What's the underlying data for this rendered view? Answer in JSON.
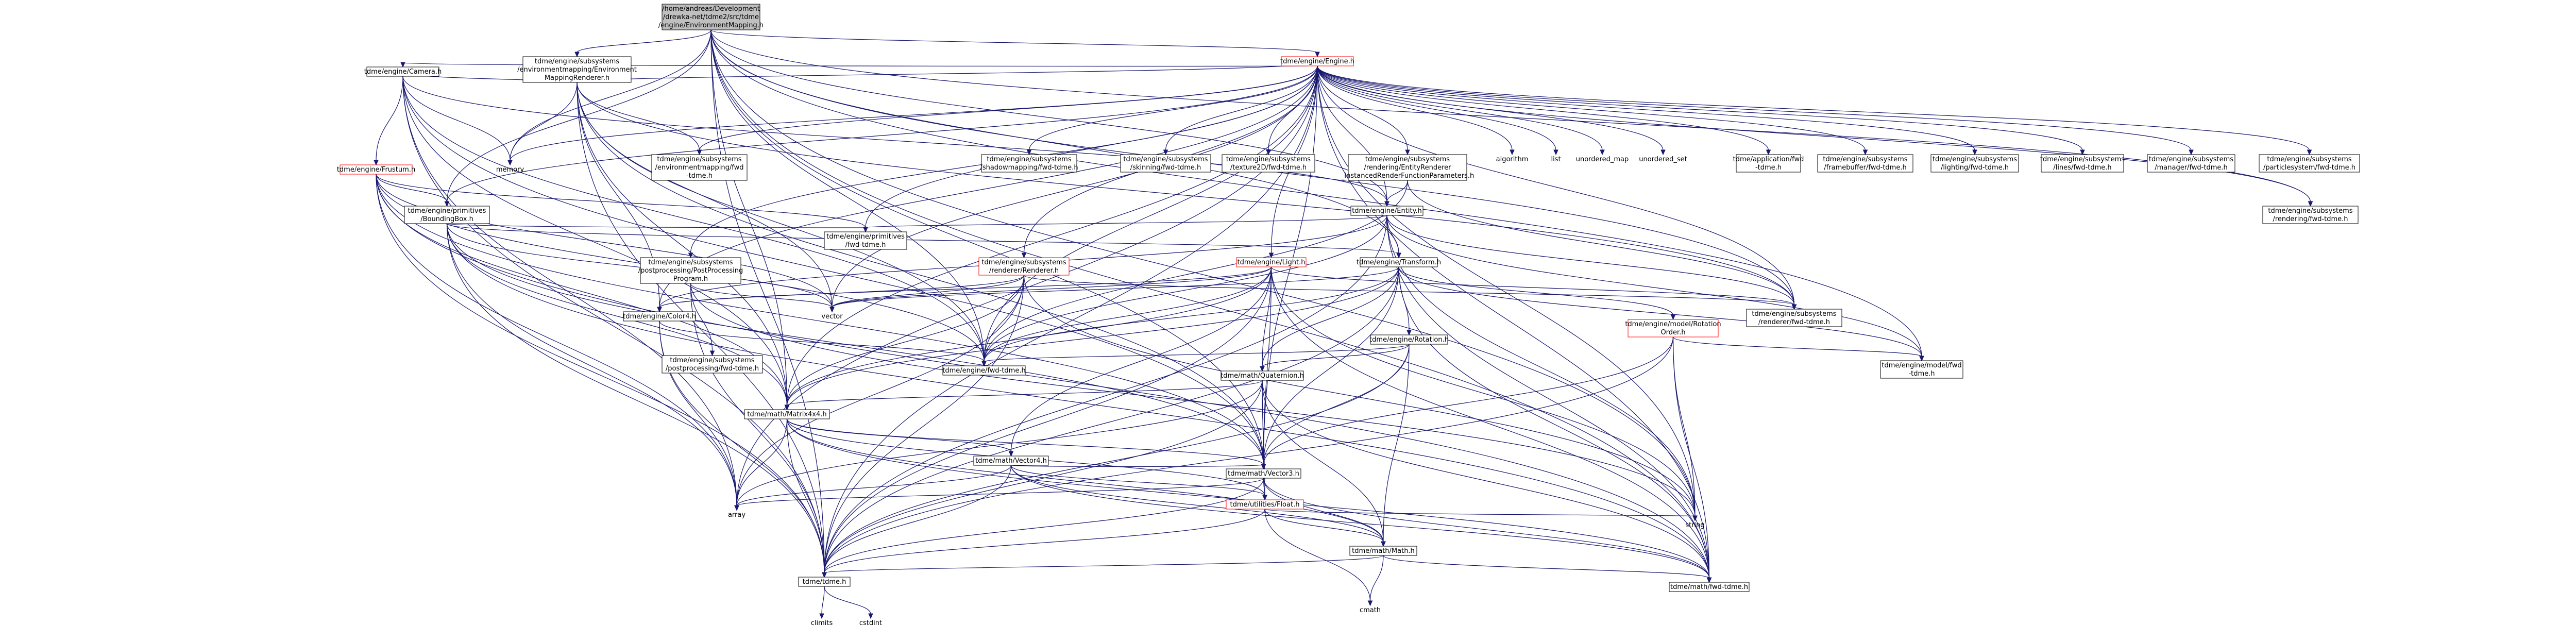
{
  "diagram": {
    "type": "include-dependency-graph",
    "edge_color": "#191970",
    "nodes": [
      {
        "id": "root",
        "lines": [
          "/home/andreas/Development",
          "/drewka-net/tdme2/src/tdme",
          "/engine/EnvironmentMapping.h"
        ],
        "style": "root"
      },
      {
        "id": "envrenderer",
        "lines": [
          "tdme/engine/subsystems",
          "/environmentmapping/Environment",
          "MappingRenderer.h"
        ],
        "style": "file"
      },
      {
        "id": "engine",
        "lines": [
          "tdme/engine/Engine.h"
        ],
        "style": "partial"
      },
      {
        "id": "camera",
        "lines": [
          "tdme/engine/Camera.h"
        ],
        "style": "file"
      },
      {
        "id": "frustum",
        "lines": [
          "tdme/engine/Frustum.h"
        ],
        "style": "partial"
      },
      {
        "id": "memory",
        "lines": [
          "memory"
        ],
        "style": "plain"
      },
      {
        "id": "envfwd",
        "lines": [
          "tdme/engine/subsystems",
          "/environmentmapping/fwd",
          "-tdme.h"
        ],
        "style": "file"
      },
      {
        "id": "shadowfwd",
        "lines": [
          "tdme/engine/subsystems",
          "/shadowmapping/fwd-tdme.h"
        ],
        "style": "file"
      },
      {
        "id": "skinningfwd",
        "lines": [
          "tdme/engine/subsystems",
          "/skinning/fwd-tdme.h"
        ],
        "style": "file"
      },
      {
        "id": "texture2dfwd",
        "lines": [
          "tdme/engine/subsystems",
          "/texture2D/fwd-tdme.h"
        ],
        "style": "file"
      },
      {
        "id": "entityrenderer",
        "lines": [
          "tdme/engine/subsystems",
          "/rendering/EntityRenderer",
          "_InstancedRenderFunctionParameters.h"
        ],
        "style": "file"
      },
      {
        "id": "algorithm",
        "lines": [
          "algorithm"
        ],
        "style": "plain"
      },
      {
        "id": "list",
        "lines": [
          "list"
        ],
        "style": "plain"
      },
      {
        "id": "unordered_map",
        "lines": [
          "unordered_map"
        ],
        "style": "plain"
      },
      {
        "id": "unordered_set",
        "lines": [
          "unordered_set"
        ],
        "style": "plain"
      },
      {
        "id": "appfwd",
        "lines": [
          "tdme/application/fwd",
          "-tdme.h"
        ],
        "style": "file"
      },
      {
        "id": "framebufferfwd",
        "lines": [
          "tdme/engine/subsystems",
          "/framebuffer/fwd-tdme.h"
        ],
        "style": "file"
      },
      {
        "id": "lightingfwd",
        "lines": [
          "tdme/engine/subsystems",
          "/lighting/fwd-tdme.h"
        ],
        "style": "file"
      },
      {
        "id": "linesfwd",
        "lines": [
          "tdme/engine/subsystems",
          "/lines/fwd-tdme.h"
        ],
        "style": "file"
      },
      {
        "id": "managerfwd",
        "lines": [
          "tdme/engine/subsystems",
          "/manager/fwd-tdme.h"
        ],
        "style": "file"
      },
      {
        "id": "particlefwd",
        "lines": [
          "tdme/engine/subsystems",
          "/particlesystem/fwd-tdme.h"
        ],
        "style": "file"
      },
      {
        "id": "entity",
        "lines": [
          "tdme/engine/Entity.h"
        ],
        "style": "file"
      },
      {
        "id": "renderingfwd",
        "lines": [
          "tdme/engine/subsystems",
          "/rendering/fwd-tdme.h"
        ],
        "style": "file"
      },
      {
        "id": "primitives",
        "lines": [
          "tdme/engine/primitives",
          "/BoundingBox.h"
        ],
        "style": "file"
      },
      {
        "id": "postproc",
        "lines": [
          "tdme/engine/subsystems",
          "/postprocessing/PostProcessing",
          "Program.h"
        ],
        "style": "file"
      },
      {
        "id": "primfwd",
        "lines": [
          "tdme/engine/primitives",
          "/fwd-tdme.h"
        ],
        "style": "file"
      },
      {
        "id": "renderer",
        "lines": [
          "tdme/engine/subsystems",
          "/renderer/Renderer.h"
        ],
        "style": "partial"
      },
      {
        "id": "light",
        "lines": [
          "tdme/engine/Light.h"
        ],
        "style": "partial"
      },
      {
        "id": "transform",
        "lines": [
          "tdme/engine/Transform.h"
        ],
        "style": "file"
      },
      {
        "id": "vector",
        "lines": [
          "vector"
        ],
        "style": "plain"
      },
      {
        "id": "color4",
        "lines": [
          "tdme/engine/Color4.h"
        ],
        "style": "file"
      },
      {
        "id": "postprocfwd",
        "lines": [
          "tdme/engine/subsystems",
          "/postprocessing/fwd-tdme.h"
        ],
        "style": "file"
      },
      {
        "id": "rotation",
        "lines": [
          "tdme/engine/Rotation.h"
        ],
        "style": "file"
      },
      {
        "id": "rotationorder",
        "lines": [
          "tdme/engine/model/Rotation",
          "Order.h"
        ],
        "style": "partial"
      },
      {
        "id": "rendererfwd",
        "lines": [
          "tdme/engine/subsystems",
          "/renderer/fwd-tdme.h"
        ],
        "style": "file"
      },
      {
        "id": "enginefwd",
        "lines": [
          "tdme/engine/fwd-tdme.h"
        ],
        "style": "file"
      },
      {
        "id": "quaternion",
        "lines": [
          "tdme/math/Quaternion.h"
        ],
        "style": "file"
      },
      {
        "id": "modelfwd",
        "lines": [
          "tdme/engine/model/fwd",
          "-tdme.h"
        ],
        "style": "file"
      },
      {
        "id": "matrix4x4",
        "lines": [
          "tdme/math/Matrix4x4.h"
        ],
        "style": "file"
      },
      {
        "id": "vector4",
        "lines": [
          "tdme/math/Vector4.h"
        ],
        "style": "file"
      },
      {
        "id": "vector3",
        "lines": [
          "tdme/math/Vector3.h"
        ],
        "style": "file"
      },
      {
        "id": "array",
        "lines": [
          "array"
        ],
        "style": "plain"
      },
      {
        "id": "float",
        "lines": [
          "tdme/utilities/Float.h"
        ],
        "style": "partial"
      },
      {
        "id": "string",
        "lines": [
          "string"
        ],
        "style": "plain"
      },
      {
        "id": "math",
        "lines": [
          "tdme/math/Math.h"
        ],
        "style": "file"
      },
      {
        "id": "tdme",
        "lines": [
          "tdme/tdme.h"
        ],
        "style": "file"
      },
      {
        "id": "mathfwd",
        "lines": [
          "tdme/math/fwd-tdme.h"
        ],
        "style": "file"
      },
      {
        "id": "cmath",
        "lines": [
          "cmath"
        ],
        "style": "plain"
      },
      {
        "id": "climits",
        "lines": [
          "climits"
        ],
        "style": "plain"
      },
      {
        "id": "cstdint",
        "lines": [
          "cstdint"
        ],
        "style": "plain"
      }
    ],
    "edges": [
      [
        "root",
        "envrenderer"
      ],
      [
        "root",
        "engine"
      ],
      [
        "root",
        "memory"
      ],
      [
        "root",
        "entity"
      ],
      [
        "root",
        "primitives"
      ],
      [
        "root",
        "rendererfwd"
      ],
      [
        "root",
        "enginefwd"
      ],
      [
        "root",
        "matrix4x4"
      ],
      [
        "root",
        "vector3"
      ],
      [
        "root",
        "tdme"
      ],
      [
        "root",
        "string"
      ],
      [
        "root",
        "mathfwd"
      ],
      [
        "root",
        "transform"
      ],
      [
        "root",
        "renderingfwd"
      ],
      [
        "root",
        "modelfwd"
      ],
      [
        "envrenderer",
        "engine"
      ],
      [
        "envrenderer",
        "camera"
      ],
      [
        "envrenderer",
        "memory"
      ],
      [
        "envrenderer",
        "envfwd"
      ],
      [
        "envrenderer",
        "enginefwd"
      ],
      [
        "envrenderer",
        "matrix4x4"
      ],
      [
        "envrenderer",
        "vector3"
      ],
      [
        "envrenderer",
        "tdme"
      ],
      [
        "envrenderer",
        "vector"
      ],
      [
        "envrenderer",
        "rendererfwd"
      ],
      [
        "envrenderer",
        "color4"
      ],
      [
        "engine",
        "memory"
      ],
      [
        "engine",
        "envfwd"
      ],
      [
        "engine",
        "shadowfwd"
      ],
      [
        "engine",
        "skinningfwd"
      ],
      [
        "engine",
        "texture2dfwd"
      ],
      [
        "engine",
        "entityrenderer"
      ],
      [
        "engine",
        "algorithm"
      ],
      [
        "engine",
        "list"
      ],
      [
        "engine",
        "unordered_map"
      ],
      [
        "engine",
        "unordered_set"
      ],
      [
        "engine",
        "appfwd"
      ],
      [
        "engine",
        "framebufferfwd"
      ],
      [
        "engine",
        "lightingfwd"
      ],
      [
        "engine",
        "linesfwd"
      ],
      [
        "engine",
        "managerfwd"
      ],
      [
        "engine",
        "particlefwd"
      ],
      [
        "engine",
        "entity"
      ],
      [
        "engine",
        "renderingfwd"
      ],
      [
        "engine",
        "primitives"
      ],
      [
        "engine",
        "postproc"
      ],
      [
        "engine",
        "primfwd"
      ],
      [
        "engine",
        "renderer"
      ],
      [
        "engine",
        "light"
      ],
      [
        "engine",
        "color4"
      ],
      [
        "engine",
        "enginefwd"
      ],
      [
        "engine",
        "rendererfwd"
      ],
      [
        "engine",
        "matrix4x4"
      ],
      [
        "engine",
        "vector3"
      ],
      [
        "engine",
        "tdme"
      ],
      [
        "engine",
        "string"
      ],
      [
        "engine",
        "vector"
      ],
      [
        "engine",
        "array"
      ],
      [
        "engine",
        "mathfwd"
      ],
      [
        "engine",
        "camera"
      ],
      [
        "camera",
        "frustum"
      ],
      [
        "camera",
        "memory"
      ],
      [
        "camera",
        "entity"
      ],
      [
        "camera",
        "enginefwd"
      ],
      [
        "camera",
        "matrix4x4"
      ],
      [
        "camera",
        "vector3"
      ],
      [
        "camera",
        "tdme"
      ],
      [
        "camera",
        "array"
      ],
      [
        "frustum",
        "primitives"
      ],
      [
        "frustum",
        "primfwd"
      ],
      [
        "frustum",
        "enginefwd"
      ],
      [
        "frustum",
        "matrix4x4"
      ],
      [
        "frustum",
        "vector3"
      ],
      [
        "frustum",
        "tdme"
      ],
      [
        "frustum",
        "array"
      ],
      [
        "frustum",
        "vector"
      ],
      [
        "frustum",
        "mathfwd"
      ],
      [
        "entityrenderer",
        "entity"
      ],
      [
        "entityrenderer",
        "enginefwd"
      ],
      [
        "entityrenderer",
        "rendererfwd"
      ],
      [
        "entity",
        "transform"
      ],
      [
        "entity",
        "primfwd"
      ],
      [
        "entity",
        "color4"
      ],
      [
        "entity",
        "enginefwd"
      ],
      [
        "entity",
        "rendererfwd"
      ],
      [
        "entity",
        "modelfwd"
      ],
      [
        "entity",
        "tdme"
      ],
      [
        "entity",
        "string"
      ],
      [
        "entity",
        "mathfwd"
      ],
      [
        "primitives",
        "primfwd"
      ],
      [
        "primitives",
        "transform"
      ],
      [
        "primitives",
        "vector3"
      ],
      [
        "primitives",
        "matrix4x4"
      ],
      [
        "primitives",
        "tdme"
      ],
      [
        "primitives",
        "array"
      ],
      [
        "primitives",
        "vector"
      ],
      [
        "primitives",
        "mathfwd"
      ],
      [
        "postproc",
        "postprocfwd"
      ],
      [
        "postproc",
        "tdme"
      ],
      [
        "postproc",
        "string"
      ],
      [
        "postproc",
        "vector"
      ],
      [
        "renderer",
        "rendererfwd"
      ],
      [
        "renderer",
        "enginefwd"
      ],
      [
        "renderer",
        "matrix4x4"
      ],
      [
        "renderer",
        "color4"
      ],
      [
        "renderer",
        "tdme"
      ],
      [
        "renderer",
        "string"
      ],
      [
        "renderer",
        "vector"
      ],
      [
        "renderer",
        "array"
      ],
      [
        "light",
        "color4"
      ],
      [
        "light",
        "enginefwd"
      ],
      [
        "light",
        "rendererfwd"
      ],
      [
        "light",
        "matrix4x4"
      ],
      [
        "light",
        "vector3"
      ],
      [
        "light",
        "vector4"
      ],
      [
        "light",
        "quaternion"
      ],
      [
        "light",
        "tdme"
      ],
      [
        "light",
        "string"
      ],
      [
        "light",
        "mathfwd"
      ],
      [
        "light",
        "vector"
      ],
      [
        "transform",
        "rotation"
      ],
      [
        "transform",
        "rotationorder"
      ],
      [
        "transform",
        "enginefwd"
      ],
      [
        "transform",
        "modelfwd"
      ],
      [
        "transform",
        "matrix4x4"
      ],
      [
        "transform",
        "quaternion"
      ],
      [
        "transform",
        "vector3"
      ],
      [
        "transform",
        "tdme"
      ],
      [
        "transform",
        "vector"
      ],
      [
        "transform",
        "mathfwd"
      ],
      [
        "color4",
        "enginefwd"
      ],
      [
        "color4",
        "tdme"
      ],
      [
        "color4",
        "array"
      ],
      [
        "rotation",
        "enginefwd"
      ],
      [
        "rotation",
        "quaternion"
      ],
      [
        "rotation",
        "vector3"
      ],
      [
        "rotation",
        "math"
      ],
      [
        "rotation",
        "tdme"
      ],
      [
        "rotationorder",
        "modelfwd"
      ],
      [
        "rotationorder",
        "vector3"
      ],
      [
        "rotationorder",
        "string"
      ],
      [
        "rotationorder",
        "tdme"
      ],
      [
        "rotationorder",
        "mathfwd"
      ],
      [
        "quaternion",
        "matrix4x4"
      ],
      [
        "quaternion",
        "vector3"
      ],
      [
        "quaternion",
        "math"
      ],
      [
        "quaternion",
        "float"
      ],
      [
        "quaternion",
        "tdme"
      ],
      [
        "quaternion",
        "mathfwd"
      ],
      [
        "quaternion",
        "array"
      ],
      [
        "matrix4x4",
        "vector3"
      ],
      [
        "matrix4x4",
        "vector4"
      ],
      [
        "matrix4x4",
        "math"
      ],
      [
        "matrix4x4",
        "float"
      ],
      [
        "matrix4x4",
        "tdme"
      ],
      [
        "matrix4x4",
        "mathfwd"
      ],
      [
        "matrix4x4",
        "array"
      ],
      [
        "vector4",
        "vector3"
      ],
      [
        "vector4",
        "math"
      ],
      [
        "vector4",
        "float"
      ],
      [
        "vector4",
        "tdme"
      ],
      [
        "vector4",
        "mathfwd"
      ],
      [
        "vector4",
        "array"
      ],
      [
        "vector3",
        "math"
      ],
      [
        "vector3",
        "float"
      ],
      [
        "vector3",
        "tdme"
      ],
      [
        "vector3",
        "mathfwd"
      ],
      [
        "vector3",
        "array"
      ],
      [
        "float",
        "string"
      ],
      [
        "float",
        "math"
      ],
      [
        "float",
        "cmath"
      ],
      [
        "float",
        "tdme"
      ],
      [
        "math",
        "cmath"
      ],
      [
        "math",
        "tdme"
      ],
      [
        "math",
        "mathfwd"
      ],
      [
        "tdme",
        "climits"
      ],
      [
        "tdme",
        "cstdint"
      ]
    ]
  }
}
